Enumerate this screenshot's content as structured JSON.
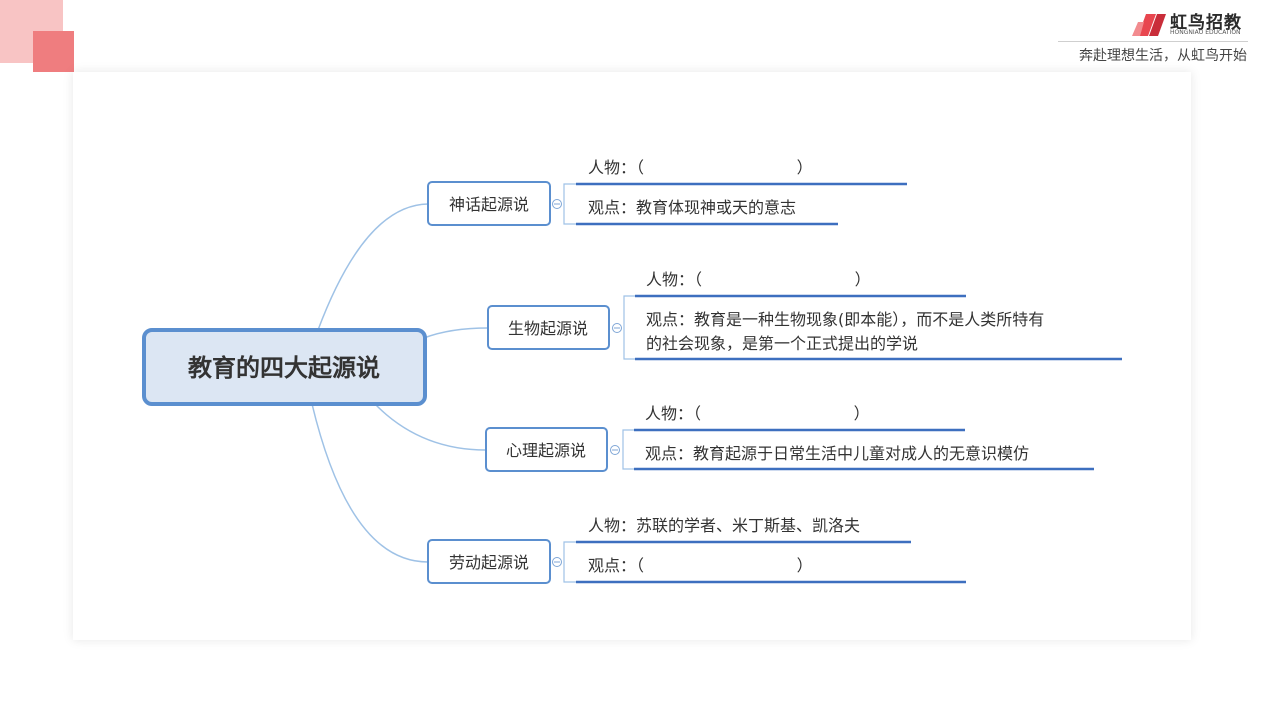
{
  "brand": {
    "name": "虹鸟招教",
    "subname": "HONGNIAO EDUCATION",
    "slogan": "奔赴理想生活，从虹鸟开始",
    "colors": {
      "accent_red": "#e8464f",
      "deco_light": "#f8c4c4",
      "deco_dark": "#ef7d7f"
    }
  },
  "mindmap": {
    "central_topic": "教育的四大起源说",
    "colors": {
      "node_border": "#5b8fcf",
      "center_fill": "#dce6f3",
      "connector": "#9fc2e6",
      "leaf_line": "#3d6fbf",
      "text": "#333333"
    },
    "collapse_icon": "collapse-circle-icon",
    "branches": [
      {
        "label": "神话起源说",
        "person": "人物：（                              ）",
        "view": "观点：教育体现神或天的意志"
      },
      {
        "label": "生物起源说",
        "person": "人物：（                              ）",
        "view_line1": "观点：教育是一种生物现象(即本能），而不是人类所特有",
        "view_line2": "的社会现象，是第一个正式提出的学说"
      },
      {
        "label": "心理起源说",
        "person": "人物：（                              ）",
        "view": "观点：教育起源于日常生活中儿童对成人的无意识模仿"
      },
      {
        "label": "劳动起源说",
        "person": "人物：苏联的学者、米丁斯基、凯洛夫",
        "view": "观点：（                              ）"
      }
    ]
  }
}
